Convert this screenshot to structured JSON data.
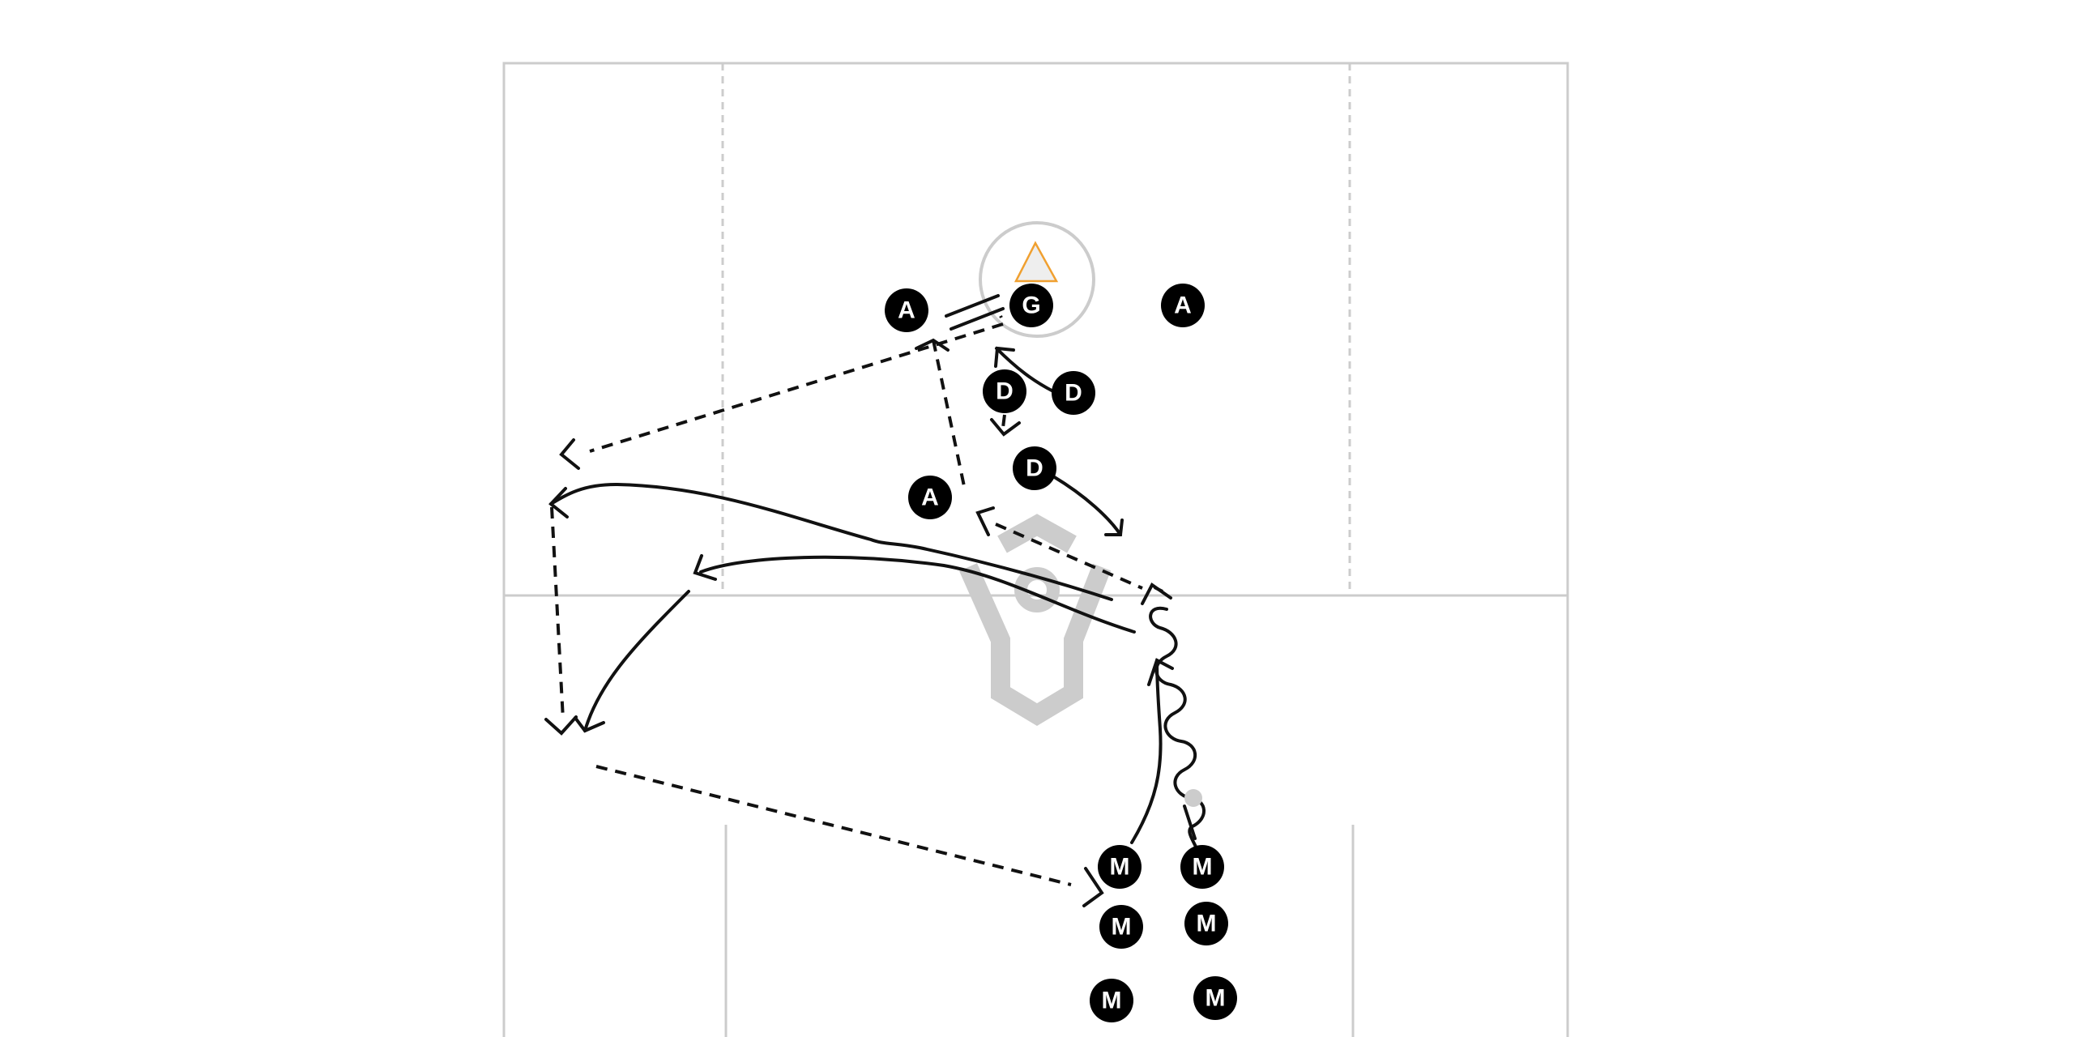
{
  "field": {
    "line_color": "#cccccc",
    "watermark_color": "#cccccc"
  },
  "goal": {
    "cone_stroke": "#f0a030",
    "cone_fill": "#eeeeee"
  },
  "players": {
    "attack_1": "A",
    "attack_2": "A",
    "attack_3": "A",
    "goalie": "G",
    "defense_1": "D",
    "defense_2": "D",
    "defense_3": "D",
    "middie_1": "M",
    "middie_2": "M",
    "middie_3": "M",
    "middie_4": "M",
    "middie_5": "M",
    "middie_6": "M"
  },
  "ball": {
    "color": "#cccccc"
  }
}
